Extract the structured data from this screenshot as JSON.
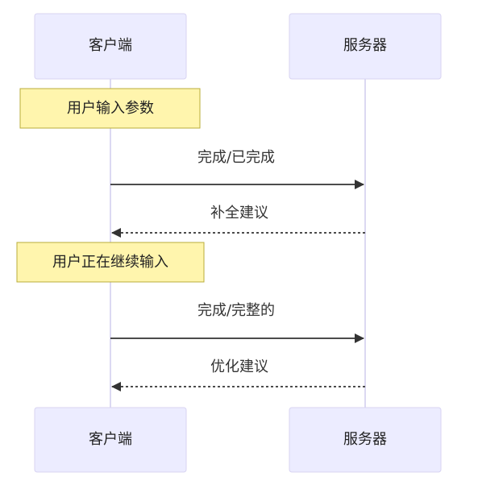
{
  "participants": {
    "client": "客户端",
    "server": "服务器"
  },
  "notes": {
    "note1": "用户输入参数",
    "note2": "用户正在继续输入"
  },
  "messages": [
    {
      "label": "完成/已完成",
      "style": "solid",
      "direction": "client-to-server"
    },
    {
      "label": "补全建议",
      "style": "dashed",
      "direction": "server-to-client"
    },
    {
      "label": "完成/完整的",
      "style": "solid",
      "direction": "client-to-server"
    },
    {
      "label": "优化建议",
      "style": "dashed",
      "direction": "server-to-client"
    }
  ],
  "colors": {
    "actor_fill": "#ECECFF",
    "note_fill": "#FFF5AD",
    "arrow": "#333333"
  }
}
